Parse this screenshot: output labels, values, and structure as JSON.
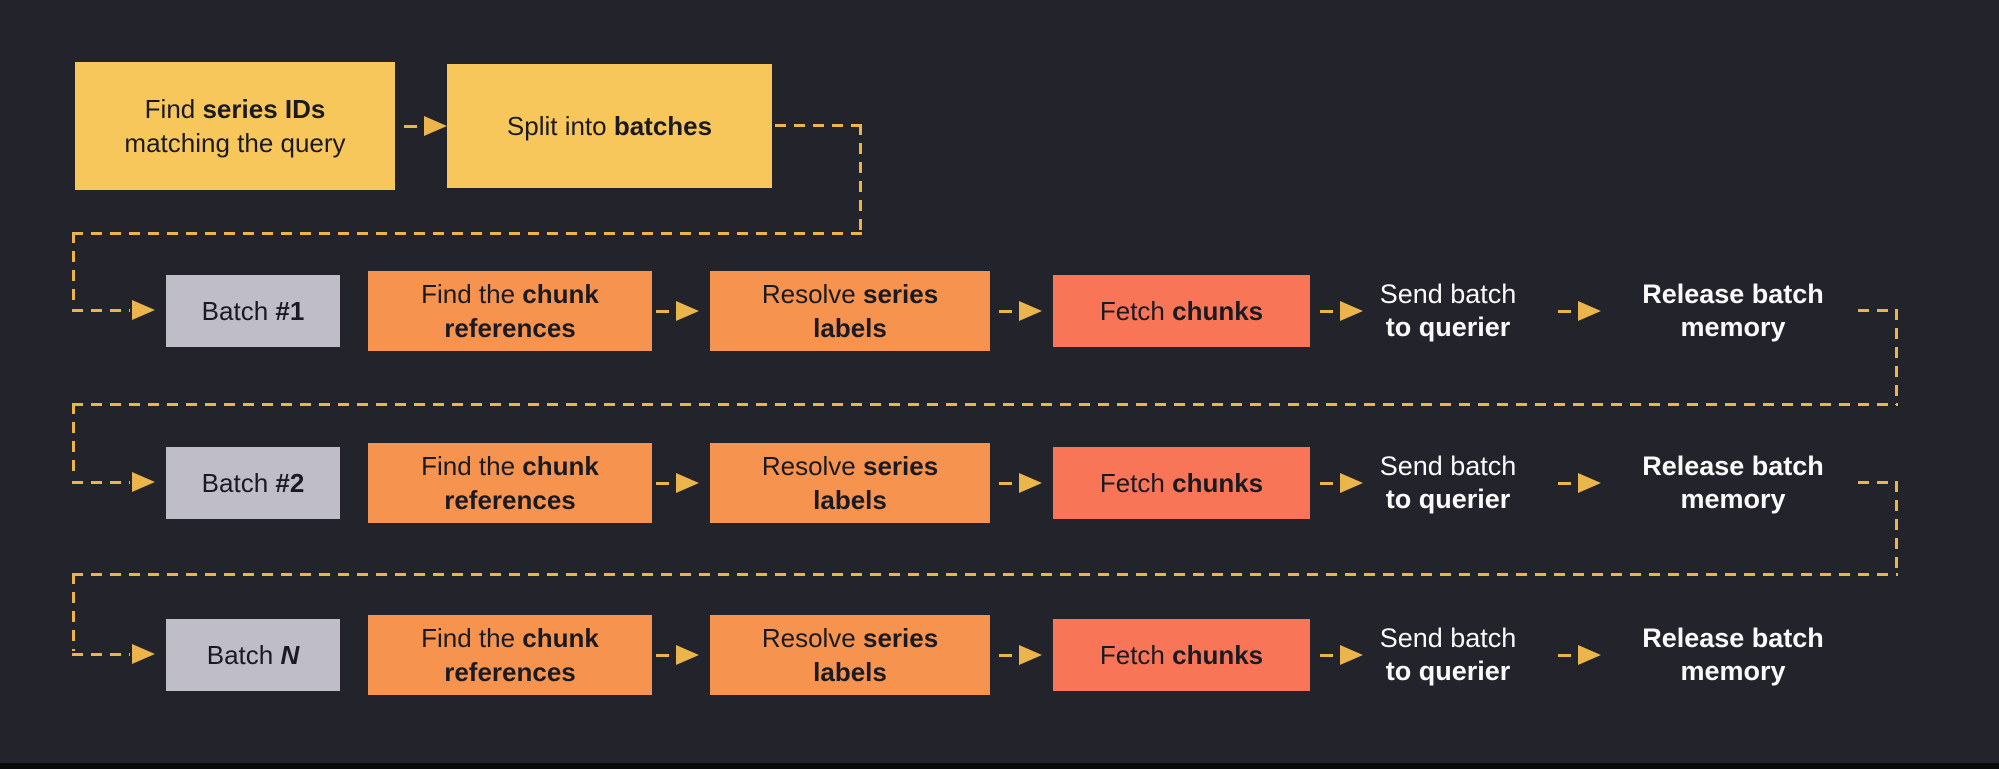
{
  "colors": {
    "bg": "#22232B",
    "yellow": "#F8C75B",
    "orange": "#F6934F",
    "red": "#F87557",
    "gray": "#BEBDC8",
    "line": "#ECB54C",
    "dark-text": "#1A1B22",
    "white-text": "#FAFAFA",
    "edge": "#0A0A0C"
  },
  "top_flow": {
    "find_series": {
      "l1a": "Find ",
      "l1b": "series IDs",
      "l2": "matching the query"
    },
    "split": {
      "a": "Split into ",
      "b": "batches"
    }
  },
  "rows": [
    {
      "batch": {
        "prefix": "Batch ",
        "suffix": "#1",
        "suffix_class": "seg-bold"
      },
      "find_refs": {
        "l1a": "Find the ",
        "l1b": "chunk",
        "l2b": "references"
      },
      "resolve": {
        "l1a": "Resolve ",
        "l1b": "series",
        "l2b": "labels"
      },
      "fetch": {
        "a": "Fetch ",
        "b": "chunks"
      },
      "send": {
        "l1": "Send batch",
        "l2": "to querier"
      },
      "release": {
        "l1": "Release batch",
        "l2": "memory"
      }
    },
    {
      "batch": {
        "prefix": "Batch ",
        "suffix": "#2",
        "suffix_class": "seg-bold"
      },
      "find_refs": {
        "l1a": "Find the ",
        "l1b": "chunk",
        "l2b": "references"
      },
      "resolve": {
        "l1a": "Resolve ",
        "l1b": "series",
        "l2b": "labels"
      },
      "fetch": {
        "a": "Fetch ",
        "b": "chunks"
      },
      "send": {
        "l1": "Send batch",
        "l2": "to querier"
      },
      "release": {
        "l1": "Release batch",
        "l2": "memory"
      }
    },
    {
      "batch": {
        "prefix": "Batch ",
        "suffix": "N",
        "suffix_class": "seg-bold seg-italic"
      },
      "find_refs": {
        "l1a": "Find the ",
        "l1b": "chunk",
        "l2b": "references"
      },
      "resolve": {
        "l1a": "Resolve ",
        "l1b": "series",
        "l2b": "labels"
      },
      "fetch": {
        "a": "Fetch ",
        "b": "chunks"
      },
      "send": {
        "l1": "Send batch",
        "l2": "to querier"
      },
      "release": {
        "l1": "Release batch",
        "l2": "memory"
      }
    }
  ]
}
